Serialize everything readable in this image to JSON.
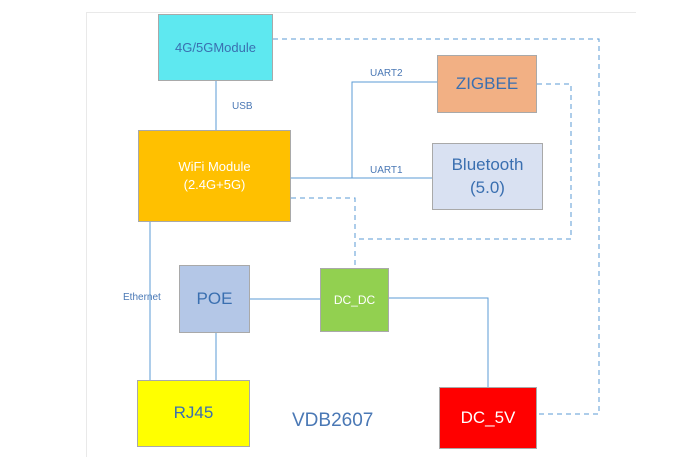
{
  "diagram": {
    "title": "VDB2607",
    "colors": {
      "module_4g5g": "#5ee8f0",
      "zigbee": "#f2b084",
      "wifi": "#ffc000",
      "bluetooth": "#d9e1f2",
      "poe": "#b4c7e7",
      "dcdc": "#92d050",
      "rj45": "#ffff00",
      "dc5v": "#ff0000",
      "line": "#5b9bd5",
      "text_blue": "#4a78b5"
    },
    "blocks": {
      "module_4g5g": "4G/5GModule",
      "zigbee": "ZIGBEE",
      "wifi": "WiFi Module\n(2.4G+5G)",
      "bluetooth": "Bluetooth\n(5.0)",
      "poe": "POE",
      "dcdc": "DC_DC",
      "rj45": "RJ45",
      "dc5v": "DC_5V"
    },
    "labels": {
      "usb": "USB",
      "uart2": "UART2",
      "uart1": "UART1",
      "ethernet": "Ethernet"
    }
  }
}
